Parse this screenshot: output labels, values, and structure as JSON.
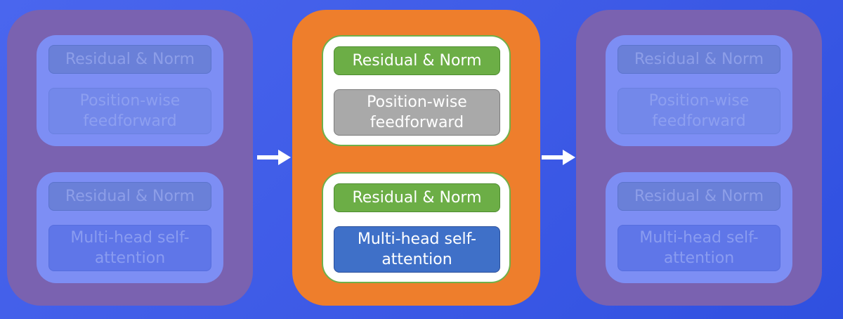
{
  "layers": [
    {
      "state": "faded",
      "top": {
        "norm_label": "Residual & Norm",
        "main_label": "Position-wise feedforward"
      },
      "bottom": {
        "norm_label": "Residual & Norm",
        "main_label": "Multi-head self-attention"
      }
    },
    {
      "state": "active",
      "top": {
        "norm_label": "Residual & Norm",
        "main_label": "Position-wise feedforward"
      },
      "bottom": {
        "norm_label": "Residual & Norm",
        "main_label": "Multi-head self-attention"
      }
    },
    {
      "state": "faded",
      "top": {
        "norm_label": "Residual & Norm",
        "main_label": "Position-wise feedforward"
      },
      "bottom": {
        "norm_label": "Residual & Norm",
        "main_label": "Multi-head self-attention"
      }
    }
  ],
  "colors": {
    "background": "#3d5ae6",
    "faded_layer": "#7a62b0",
    "active_layer": "#ee7e2c",
    "norm_block": "#6cae46",
    "feedforward_block": "#a9a9a9",
    "attention_block": "#3f70c8"
  },
  "arrows": [
    "arrow-right-icon",
    "arrow-right-icon"
  ]
}
